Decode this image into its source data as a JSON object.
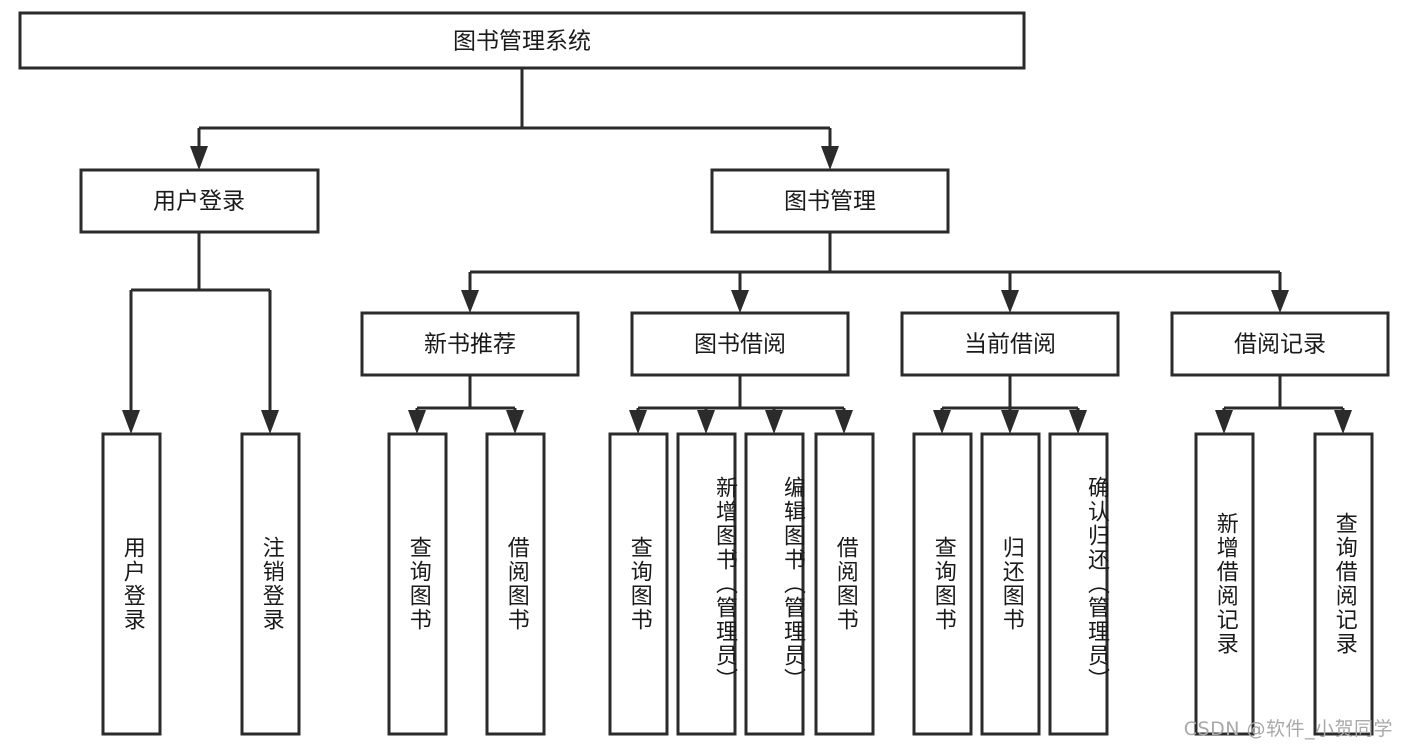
{
  "diagram": {
    "title": "图书管理系统",
    "type": "tree-hierarchy-chart",
    "orientation": "top-down",
    "colors": {
      "box_stroke": "#2b2b2b",
      "box_fill": "#ffffff",
      "connector": "#2b2b2b",
      "text": "#1a1a1a",
      "watermark": "#a9a9a9",
      "background": "#ffffff"
    },
    "root": {
      "label": "图书管理系统"
    },
    "level2": [
      {
        "label": "用户登录"
      },
      {
        "label": "图书管理"
      }
    ],
    "level3": [
      {
        "label": "新书推荐"
      },
      {
        "label": "图书借阅"
      },
      {
        "label": "当前借阅"
      },
      {
        "label": "借阅记录"
      }
    ],
    "leaves": {
      "user_login": [
        {
          "label": "用户登录"
        },
        {
          "label": "注销登录"
        }
      ],
      "new_book_recommend": [
        {
          "label": "查询图书"
        },
        {
          "label": "借阅图书"
        }
      ],
      "book_borrow": [
        {
          "label": "查询图书"
        },
        {
          "label": "新增图书（管理员）"
        },
        {
          "label": "编辑图书（管理员）"
        },
        {
          "label": "借阅图书"
        }
      ],
      "current_borrow": [
        {
          "label": "查询图书"
        },
        {
          "label": "归还图书"
        },
        {
          "label": "确认归还（管理员）"
        }
      ],
      "borrow_record": [
        {
          "label": "新增借阅记录"
        },
        {
          "label": "查询借阅记录"
        }
      ]
    }
  },
  "watermark": {
    "text": "CSDN @软件_小贺同学"
  }
}
